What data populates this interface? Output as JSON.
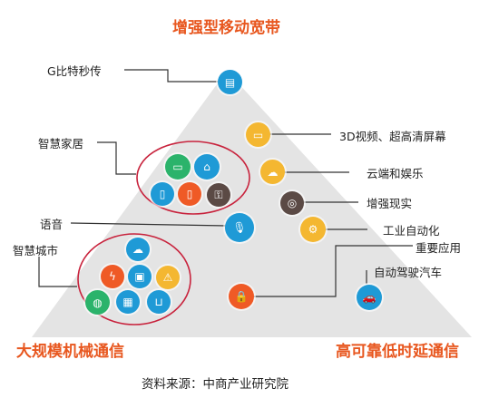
{
  "title": "增强型移动宽带",
  "left_corner": "大规模机械通信",
  "right_corner": "高可靠低时延通信",
  "source": "资料来源：中商产业研究院",
  "colors": {
    "accent": "#e8571f",
    "blue": "#1f9ad6",
    "yellow": "#f4b731",
    "brown": "#5b4a45",
    "orange": "#ef5a26",
    "green": "#2bb36b",
    "triangle": "#e4e4e4",
    "circle": "#c8233d"
  },
  "labels": {
    "g_sec": "G比特秒传",
    "video": "3D视频、超高清屏幕",
    "cloud": "云端和娱乐",
    "ar": "增强现实",
    "smart_home": "智慧家居",
    "voice": "语音",
    "industry": "工业自动化",
    "smart_city": "智慧城市",
    "critical": "重要应用",
    "auto_drive": "自动驾驶汽车"
  },
  "icons": {
    "g_sec": "database-icon",
    "video": "screen-icon",
    "cloud": "cloud-icon",
    "ar": "compass-icon",
    "voice": "microphone-icon",
    "industry": "gear-icon",
    "critical": "lock-icon",
    "auto_drive": "car-icon",
    "home_tv": "tv-icon",
    "home_house": "house-icon",
    "home_phone": "phone-icon",
    "home_fridge": "fridge-icon",
    "home_key": "key-icon",
    "city_cloud": "cloud-upload-icon",
    "city_bolt": "bolt-icon",
    "city_bus": "bus-icon",
    "city_warning": "warning-icon",
    "city_planet": "planet-icon",
    "city_chip": "chip-icon",
    "city_basket": "basket-icon"
  }
}
